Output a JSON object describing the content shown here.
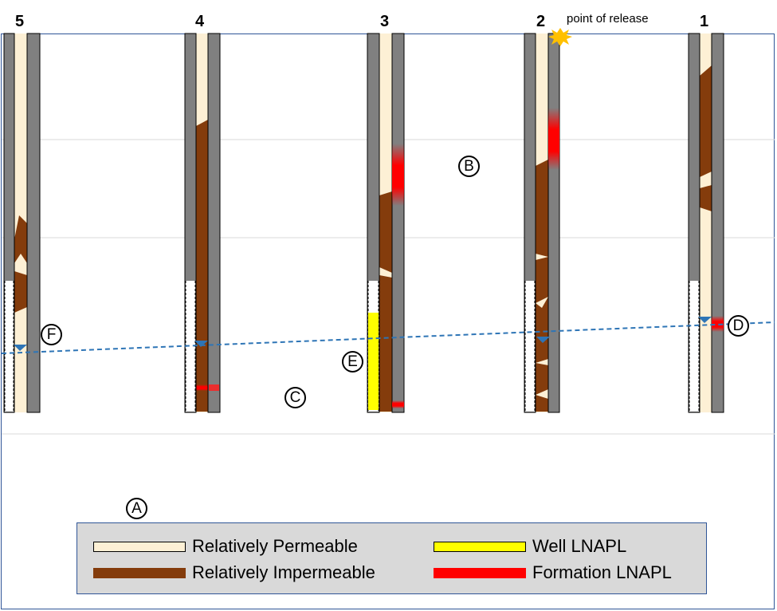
{
  "colors": {
    "casing": "#808080",
    "permeable": "#fdf0d5",
    "impermeable": "#843c0c",
    "well_lnapl": "#ffff00",
    "formation_lnapl": "#ff0000",
    "water_table": "#2e75b6",
    "frame": "#2f5597"
  },
  "wells": [
    {
      "id": "5",
      "label": "5"
    },
    {
      "id": "4",
      "label": "4"
    },
    {
      "id": "3",
      "label": "3"
    },
    {
      "id": "2",
      "label": "2"
    },
    {
      "id": "1",
      "label": "1"
    }
  ],
  "release": {
    "label": "point of release",
    "icon": "starburst-icon"
  },
  "letters": {
    "A": "A",
    "B": "B",
    "C": "C",
    "D": "D",
    "E": "E",
    "F": "F"
  },
  "legend": {
    "permeable": "Relatively Permeable",
    "impermeable": "Relatively Impermeable",
    "well_lnapl": "Well LNAPL",
    "formation_lnapl": "Formation LNAPL"
  }
}
